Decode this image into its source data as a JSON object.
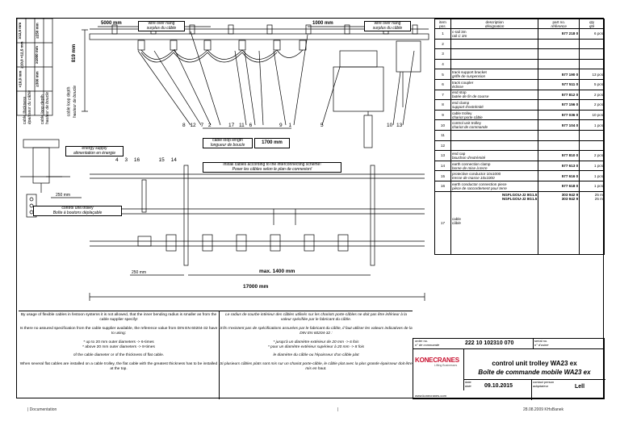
{
  "dims": {
    "wire_over_hang_left": "5000 mm",
    "wire_over_hang_right": "1000 mm",
    "wire_over_hang_en": "wire over hang",
    "wire_over_hang_fr": "surplus du câble",
    "cable_loop_depth_en": "cable loop depth",
    "cable_loop_depth_fr": "hauteur de boucle",
    "loop_depth_value": "819 mm",
    "cable_loop_length_en": "cable loop length",
    "cable_loop_length_fr": "longueur de boucle",
    "cable_loop_length_value": "1700 mm",
    "max_length": "max. 1400 mm",
    "total_length": "17000 mm",
    "small_dim_1": "250 mm",
    "small_dim_2": "250 mm"
  },
  "side_table": {
    "headers": [
      "cable thickness",
      "épaisseur du câble",
      "cable loop depth",
      "hauteur de boucle"
    ],
    "row1": [
      "<10,0 mm",
      "≥10,0 <12,5 mm",
      "≥12,5 mm"
    ],
    "row2": [
      "≥300 mm",
      "≥1000 mm",
      "≥250 mm"
    ]
  },
  "callouts": {
    "top_row": [
      "8",
      "12",
      "7",
      "2",
      "17",
      "11",
      "6",
      "9",
      "1",
      "5",
      "10",
      "13"
    ],
    "lower_row": [
      "4",
      "3",
      "16",
      "15",
      "14"
    ]
  },
  "labels": {
    "energy_supply_en": "energy supply",
    "energy_supply_fr": "alimentation en énergie",
    "control_unit_trolley_en": "control unit trolley",
    "control_unit_trolley_fr": "Boîte à boutons déplaçable",
    "install_note_en": "Install cables according to the interconnecting scheme!",
    "install_note_fr": "Poser les câbles selon le plan de connexion!"
  },
  "parts_table": {
    "headers": {
      "item": "item",
      "item_fr": "pos.",
      "description": "description",
      "description_fr": "désignation",
      "part_no": "part no.",
      "part_no_fr": "référence",
      "qty": "qty",
      "qty_fr": "qté"
    },
    "rows": [
      {
        "pos": "1",
        "desc": "c-rail 3m",
        "desc_fr": "rail C 3m",
        "part": "577 218 0",
        "qty": "6 pcs"
      },
      {
        "pos": "2",
        "desc": "",
        "desc_fr": "",
        "part": "",
        "qty": ""
      },
      {
        "pos": "3",
        "desc": "",
        "desc_fr": "",
        "part": "",
        "qty": ""
      },
      {
        "pos": "4",
        "desc": "",
        "desc_fr": "",
        "part": "",
        "qty": ""
      },
      {
        "pos": "5",
        "desc": "track support bracket",
        "desc_fr": "griffe de suspension",
        "part": "577 190 0",
        "qty": "13 pcs"
      },
      {
        "pos": "6",
        "desc": "track coupler",
        "desc_fr": "éclisse",
        "part": "577 511 0",
        "qty": "5 pcs"
      },
      {
        "pos": "7",
        "desc": "end stop",
        "desc_fr": "butée de fin de course",
        "part": "577 812 0",
        "qty": "2 pcs"
      },
      {
        "pos": "8",
        "desc": "end clamp",
        "desc_fr": "support d'extrémité",
        "part": "577 156 0",
        "qty": "2 pcs"
      },
      {
        "pos": "9",
        "desc": "cable trolley",
        "desc_fr": "chariot porte câble",
        "part": "577 036 0",
        "qty": "10 pcs"
      },
      {
        "pos": "10",
        "desc": "control unit trolley",
        "desc_fr": "chariot de commande",
        "part": "577 104 0",
        "qty": "1 pcs"
      },
      {
        "pos": "11",
        "desc": "",
        "desc_fr": "",
        "part": "",
        "qty": ""
      },
      {
        "pos": "12",
        "desc": "",
        "desc_fr": "",
        "part": "",
        "qty": ""
      },
      {
        "pos": "13",
        "desc": "end cap",
        "desc_fr": "bouchon d'extrémité",
        "part": "577 810 0",
        "qty": "2 pcs"
      },
      {
        "pos": "14",
        "desc": "earth connection clamp",
        "desc_fr": "borne de mise à terre",
        "part": "577 613 0",
        "qty": "1 pcs"
      },
      {
        "pos": "15",
        "desc": "protective conductor 10x1000",
        "desc_fr": "tresse de masse 10x1000",
        "part": "577 616 0",
        "qty": "1 pcs"
      },
      {
        "pos": "16",
        "desc": "earth conductor connection piece",
        "desc_fr": "pièce de raccordement pour terre",
        "part": "577 618 0",
        "qty": "1 pcs"
      }
    ],
    "row17": {
      "pos": "17",
      "desc_en": "cable",
      "desc_fr": "câble",
      "items": [
        {
          "desc": "NGFLGOU-J2 8G1.5",
          "part": "303 942 9",
          "qty": "25 m"
        },
        {
          "desc": "NGFLGOU-J2 8G1.5",
          "part": "303 942 9",
          "qty": "25 m"
        }
      ]
    }
  },
  "notes_en": [
    "By usage of flexible cables in festoon systems it is not allowed, that the inner bending radius is smaller as from the cable supplier specify!",
    "Is there no assured specification from the cable supplier available, the reference value from DIN EN 60204-32 have to using:",
    "* up to 20 mm outer diameters -> 6-times",
    "* above 20 mm outer diameters -> 8-times",
    "of the cable diameter or of the thickness of flat cable.",
    "When several flat cables are installed on a cable trolley, the flat cable with the greatest thickness has to be installed at the top."
  ],
  "notes_fr": [
    "Le radius de courbe intérieur des câbles utilisés sur les chariots porte-câbles ne doit pas être inférieur à la valeur spécifiée par le fabricant du câble.",
    "S'ils n'existent pas de spécifications assurées par le fabricant du câble, il faut utiliser les valeurs indicatives de la DIN EN 60204-32 :",
    "* jusqu'à un diamètre extérieur de 20 mm -> 6 fois",
    "* pour un diamètre extérieur supérieur à 20 mm -> 8 fois",
    "le diamètre du câble ou l'épaisseur d'un câble plat",
    "Si plusieurs câbles plats sont mis sur un chariot porte-câble, le câble plat avec la plus grande épaisseur doit être mis en haut."
  ],
  "title_block": {
    "order_no_label": "order no.",
    "order_no_label_fr": "n° de commande",
    "order_no": "222 10 102310 070",
    "serial_no_label": "serial no.",
    "serial_no_label_fr": "n° d'usine",
    "logo": "KONECRANES",
    "logo_sub": "Lifting Businesses",
    "title_en": "control unit trolley WA23 ex",
    "title_fr": "Boîte de commande mobile WA23 ex",
    "website": "www.konecranes.com",
    "date_label": "date",
    "date_label_fr": "date",
    "date": "09.10.2015",
    "contact_label": "contact person",
    "contact_label_fr": "adaptateur",
    "contact": "Lell"
  },
  "footer": {
    "left": "| Documentation",
    "middle": "|",
    "right": "28.08.2009   KHsBanek"
  },
  "colors": {
    "line": "#000000",
    "background": "#ffffff"
  }
}
